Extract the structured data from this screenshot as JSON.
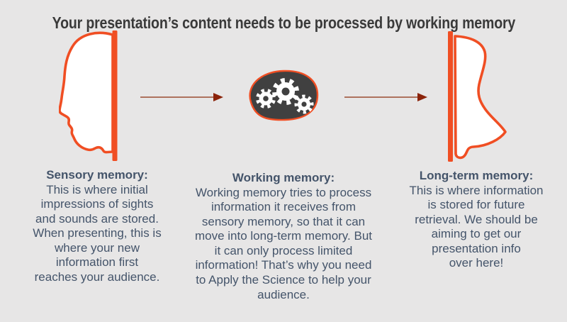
{
  "title": "Your presentation’s content needs to be processed by working memory",
  "colors": {
    "background": "#E7E6E6",
    "accent_orange": "#F04E23",
    "brain_fill": "#404040",
    "arrow_line": "#9C4B31",
    "arrow_head": "#8B230A",
    "text_body": "#44546A",
    "title_text": "#3A3A3A"
  },
  "icons": {
    "left": "face-profile-icon",
    "center": "brain-gears-icon",
    "right": "head-back-icon",
    "connector": "arrow-right-icon"
  },
  "columns": [
    {
      "heading": "Sensory memory:",
      "body": "This is where initial\nimpressions of sights\nand sounds are stored.\nWhen presenting, this is\nwhere your new\ninformation first\nreaches your audience."
    },
    {
      "heading": "Working memory:",
      "body": "Working memory tries to process\ninformation it receives from\nsensory memory, so that it can\nmove into long-term memory. But\nit can only process limited\ninformation! That’s why you need\nto Apply the Science to help your\naudience."
    },
    {
      "heading": "Long-term memory:",
      "body": "This is where information\nis stored for future\nretrieval. We should be\naiming to get our\npresentation info\nover here!"
    }
  ]
}
